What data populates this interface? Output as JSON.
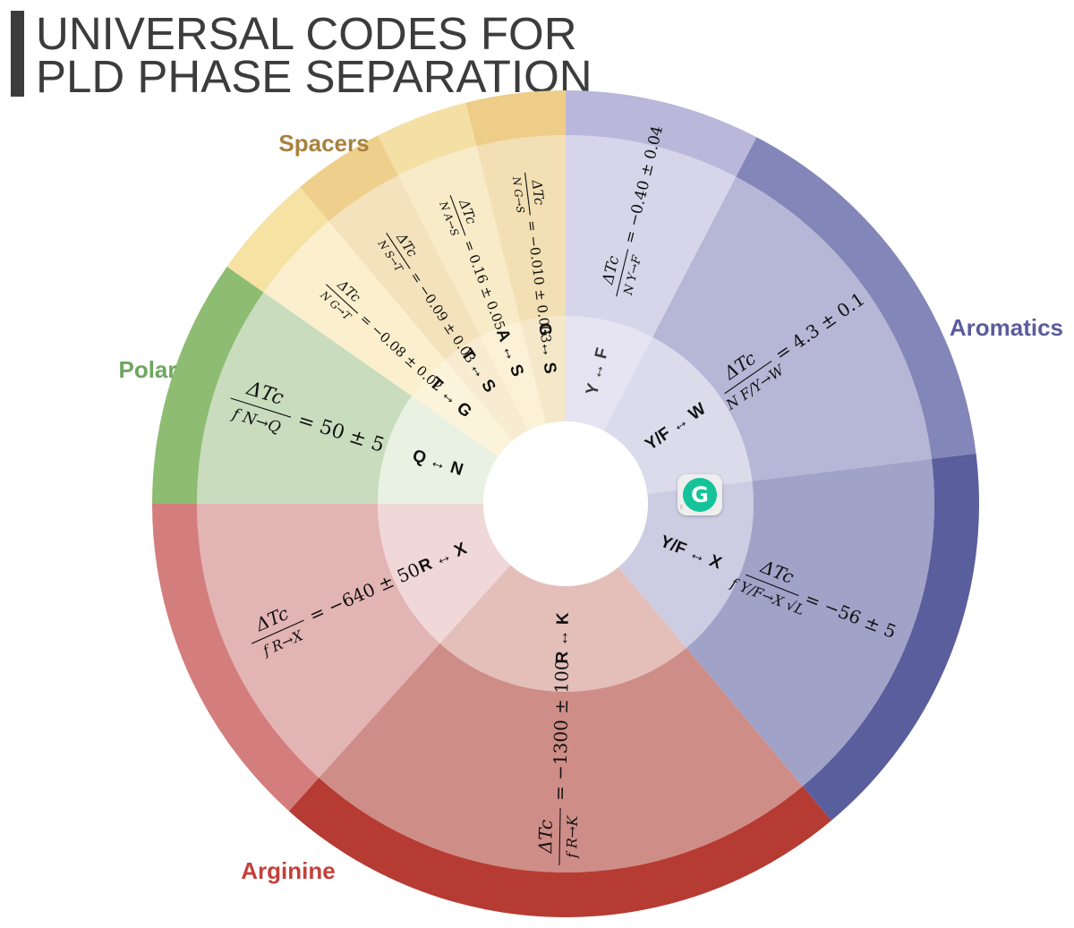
{
  "title": {
    "line1": "UNIVERSAL CODES FOR",
    "line2": "PLD PHASE SEPARATION"
  },
  "groups": {
    "spacers": {
      "label": "Spacers",
      "color": "#a8813f"
    },
    "aromatics": {
      "label": "Aromatics",
      "color": "#5b5c9d"
    },
    "polar": {
      "label": "Polar",
      "color": "#6fa760"
    },
    "arginine": {
      "label": "Arginine",
      "color": "#c4403a"
    }
  },
  "segments": [
    {
      "id": "g-s",
      "group": "spacers",
      "label": "G ↔ S",
      "formula_num": "ΔTc",
      "formula_den": "N G→S",
      "formula_value": "= −0.010 ± 0.003"
    },
    {
      "id": "a-s",
      "group": "spacers",
      "label": "A ↔ S",
      "formula_num": "ΔTc",
      "formula_den": "N A→S",
      "formula_value": "= 0.16 ± 0.05"
    },
    {
      "id": "t-s",
      "group": "spacers",
      "label": "T ↔ S",
      "formula_num": "ΔTc",
      "formula_den": "N S→T",
      "formula_value": "= −0.09 ± 0.03"
    },
    {
      "id": "t-g",
      "group": "spacers",
      "label": "T ↔ G",
      "formula_num": "ΔTc",
      "formula_den": "N G→T",
      "formula_value": "= −0.08 ± 0.02"
    },
    {
      "id": "q-n",
      "group": "polar",
      "label": "Q ↔ N",
      "formula_num": "ΔTc",
      "formula_den": "f N→Q",
      "formula_value": "= 50 ± 5"
    },
    {
      "id": "r-x",
      "group": "arginine",
      "label": "R ↔ X",
      "formula_num": "ΔTc",
      "formula_den": "f R→X",
      "formula_value": "= −640 ± 50"
    },
    {
      "id": "r-k",
      "group": "arginine",
      "label": "R ↔ K",
      "formula_num": "ΔTc",
      "formula_den": "f R→K",
      "formula_value": "= −1300 ± 100"
    },
    {
      "id": "yf-x",
      "group": "aromatics",
      "label": "Y/F ↔ X",
      "formula_num": "ΔTc",
      "formula_den": "f Y/F→X √L",
      "formula_value": "= −56 ± 5"
    },
    {
      "id": "yf-w",
      "group": "aromatics",
      "label": "Y/F ↔ W",
      "formula_num": "ΔTc",
      "formula_den": "N F/Y→W",
      "formula_value": "= 4.3 ± 0.1"
    },
    {
      "id": "y-f",
      "group": "aromatics",
      "label": "Y ↔ F",
      "formula_num": "ΔTc",
      "formula_den": "N Y→F",
      "formula_value": "= −0.40 ± 0.04"
    }
  ],
  "overlay": {
    "icon": "grammarly-icon",
    "glyph": "G",
    "handle": "⠿"
  }
}
